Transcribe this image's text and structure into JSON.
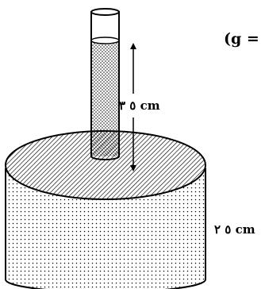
{
  "formula_text": "(g =",
  "labels": {
    "tube_height": "۳ ٥ cm",
    "cylinder_height": "۲ ٥ cm"
  },
  "colors": {
    "ink": "#000000",
    "background": "#ffffff"
  }
}
